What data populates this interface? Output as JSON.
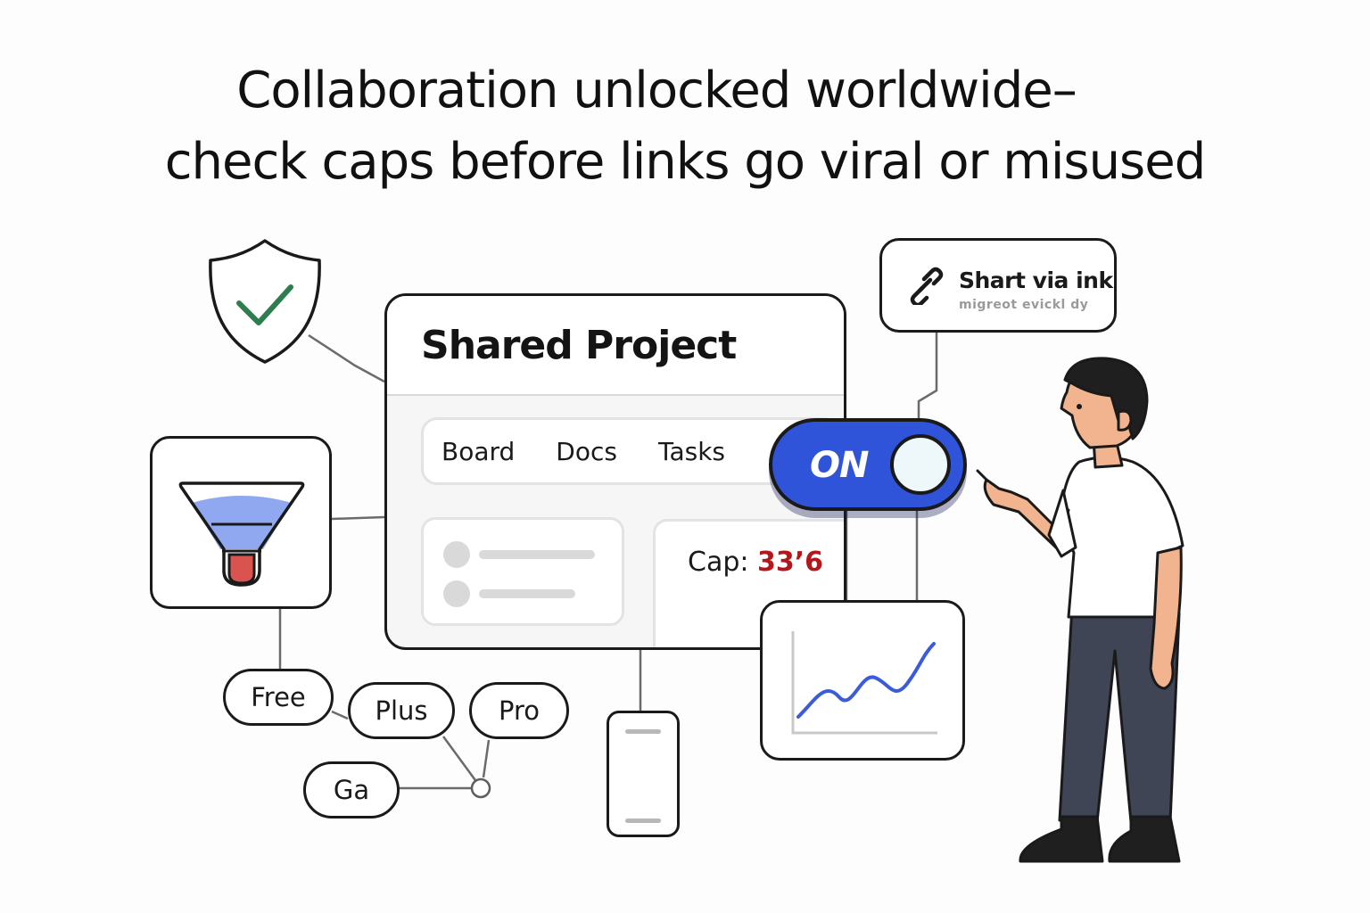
{
  "headline": {
    "line1": "Collaboration unlocked worldwide–",
    "line2": "check caps before links go viral or misused"
  },
  "project": {
    "title": "Shared Project",
    "tabs": [
      "Board",
      "Docs",
      "Tasks"
    ],
    "cap_label": "Cap:",
    "cap_value": "33’6"
  },
  "toggle": {
    "label": "ON"
  },
  "share": {
    "title": "Shart via ink",
    "subtitle": "migreot evickl dy",
    "icon": "link-icon"
  },
  "plans": [
    "Free",
    "Plus",
    "Pro",
    "Ga"
  ],
  "icons": [
    "shield-check-icon",
    "funnel-icon",
    "line-chart-icon",
    "phone-icon",
    "person-illustration"
  ],
  "colors": {
    "accent_blue": "#2f54d9",
    "cap_red": "#b3161b",
    "check_green": "#2e7d4f",
    "funnel_blue": "#8fa8ef",
    "funnel_red": "#d9534f",
    "chart_line": "#3b5bdb"
  }
}
